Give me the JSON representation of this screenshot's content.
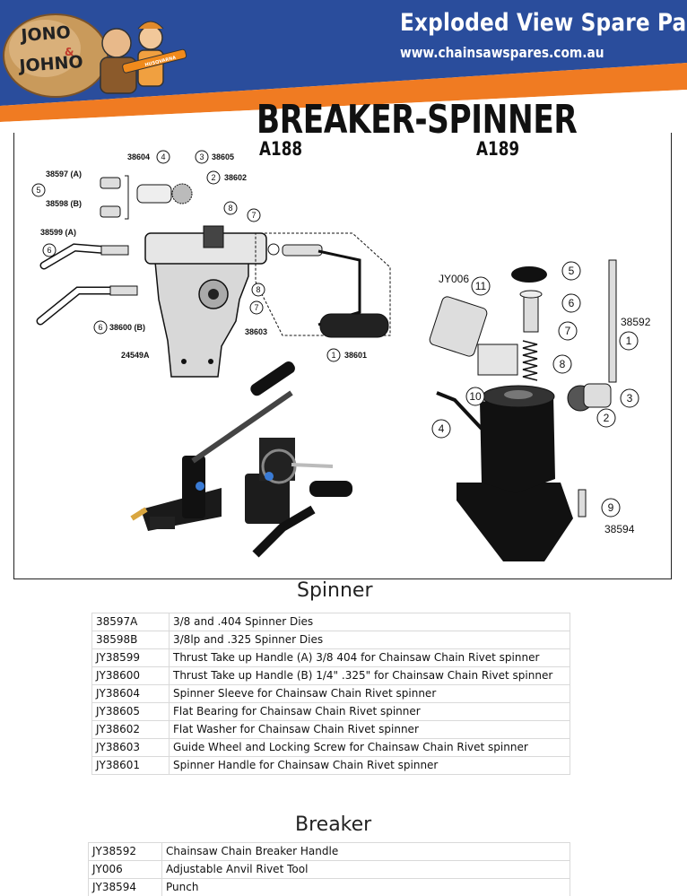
{
  "header": {
    "title": "Exploded View Spare Parts",
    "url": "www.chainsawspares.com.au",
    "logo_text": "JONO & JOHNO",
    "logo_saw_text": "HUSQVARNA",
    "colors": {
      "blue": "#2a4d9c",
      "orange": "#f07b22"
    }
  },
  "page": {
    "title": "BREAKER-SPINNER",
    "model_left": "A188",
    "model_right": "A189"
  },
  "diagram": {
    "spinner_labels": {
      "p38604": "38604",
      "p38605": "38605",
      "p38602": "38602",
      "p38597": "38597 (A)",
      "p38598": "38598 (B)",
      "p38599": "38599 (A)",
      "p38600": "38600 (B)",
      "p38603": "38603",
      "p24549": "24549A",
      "p38601": "38601"
    },
    "spinner_callouts": [
      "1",
      "2",
      "3",
      "4",
      "5",
      "6",
      "7",
      "8"
    ],
    "breaker_labels": {
      "jy006": "JY006",
      "p38592": "38592",
      "p38594": "38594"
    },
    "breaker_callouts": [
      "1",
      "2",
      "3",
      "4",
      "5",
      "6",
      "7",
      "8",
      "9",
      "10",
      "11"
    ]
  },
  "spinner": {
    "heading": "Spinner",
    "rows": [
      {
        "code": "38597A",
        "desc": "3/8 and .404 Spinner Dies"
      },
      {
        "code": "38598B",
        "desc": "3/8lp and .325 Spinner Dies"
      },
      {
        "code": "JY38599",
        "desc": "Thrust Take up Handle (A) 3/8 404 for Chainsaw Chain Rivet spinner"
      },
      {
        "code": "JY38600",
        "desc": "Thrust Take up Handle (B) 1/4\" .325\" for Chainsaw Chain Rivet spinner"
      },
      {
        "code": "JY38604",
        "desc": "Spinner Sleeve for Chainsaw Chain Rivet spinner"
      },
      {
        "code": "JY38605",
        "desc": "Flat Bearing for Chainsaw Chain Rivet spinner"
      },
      {
        "code": "JY38602",
        "desc": "Flat Washer for Chainsaw Chain Rivet spinner"
      },
      {
        "code": "JY38603",
        "desc": "Guide Wheel and Locking Screw for Chainsaw Chain Rivet spinner"
      },
      {
        "code": "JY38601",
        "desc": "Spinner Handle for Chainsaw Chain Rivet spinner"
      }
    ]
  },
  "breaker": {
    "heading": "Breaker",
    "rows": [
      {
        "code": "JY38592",
        "desc": "Chainsaw Chain Breaker Handle"
      },
      {
        "code": "JY006",
        "desc": "Adjustable Anvil Rivet Tool"
      },
      {
        "code": "JY38594",
        "desc": "Punch"
      }
    ]
  }
}
